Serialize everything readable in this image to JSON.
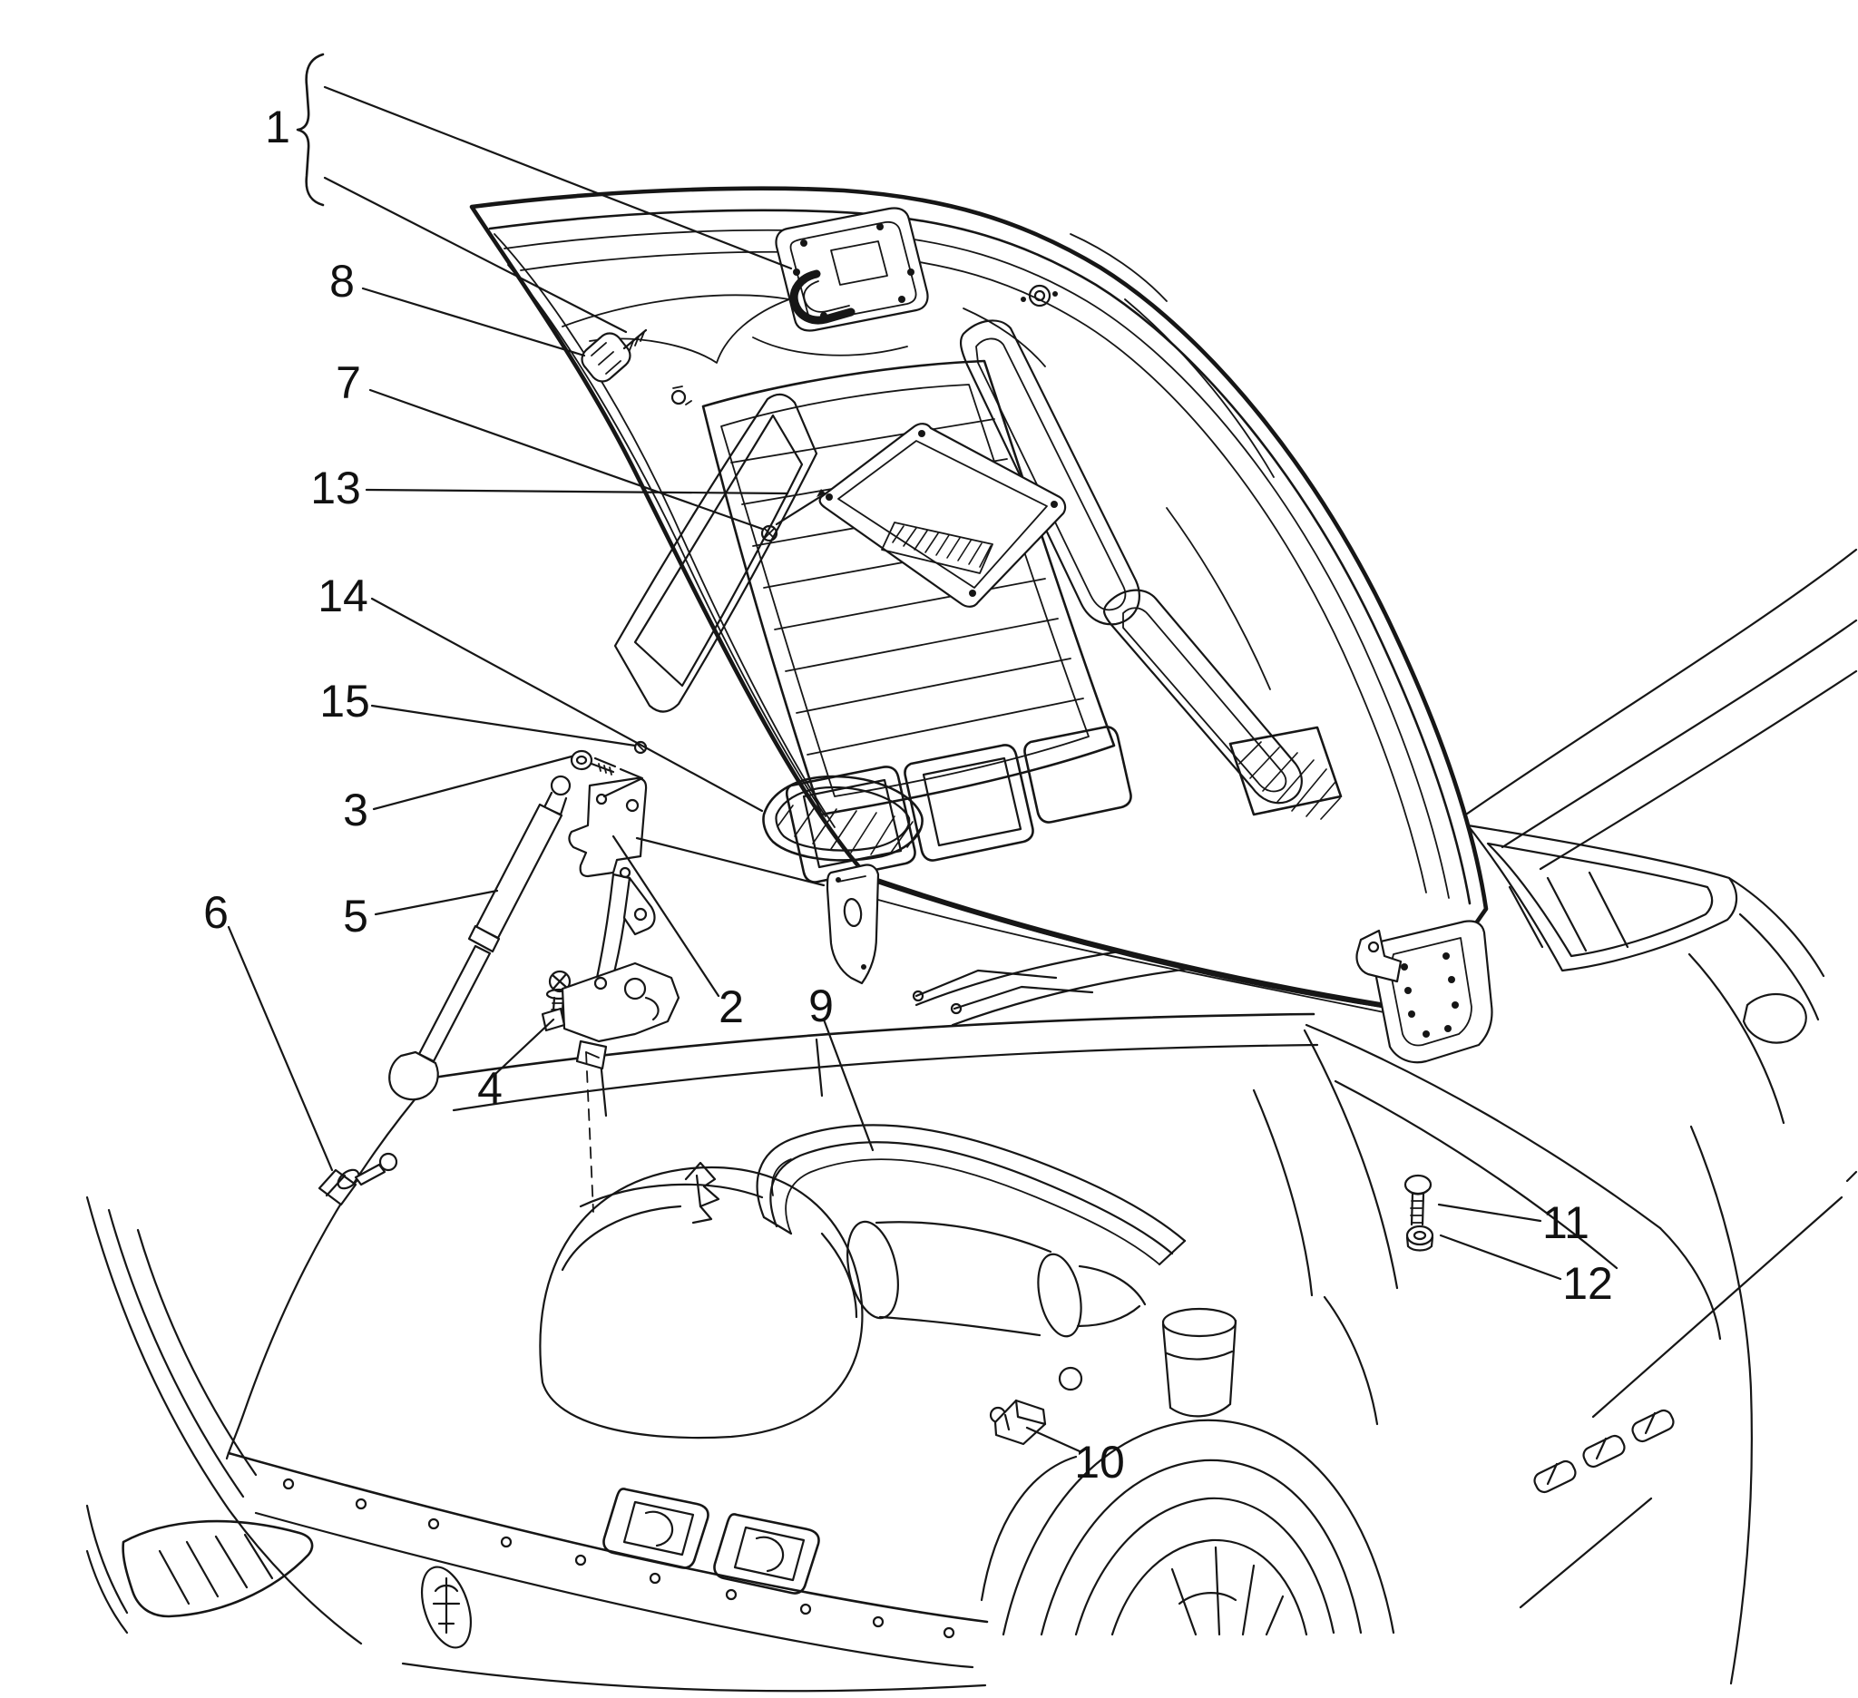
{
  "diagram": {
    "kind": "car-hood-exploded-parts-diagram",
    "background_color": "#ffffff",
    "line_color": "#161616"
  },
  "callouts": {
    "c1": {
      "label": "1"
    },
    "c2": {
      "label": "2"
    },
    "c3": {
      "label": "3"
    },
    "c4": {
      "label": "4"
    },
    "c5": {
      "label": "5"
    },
    "c6": {
      "label": "6"
    },
    "c7": {
      "label": "7"
    },
    "c8": {
      "label": "8"
    },
    "c9": {
      "label": "9"
    },
    "c10": {
      "label": "10"
    },
    "c11": {
      "label": "11"
    },
    "c12": {
      "label": "12"
    },
    "c13": {
      "label": "13"
    },
    "c14": {
      "label": "14"
    },
    "c15": {
      "label": "15"
    }
  }
}
